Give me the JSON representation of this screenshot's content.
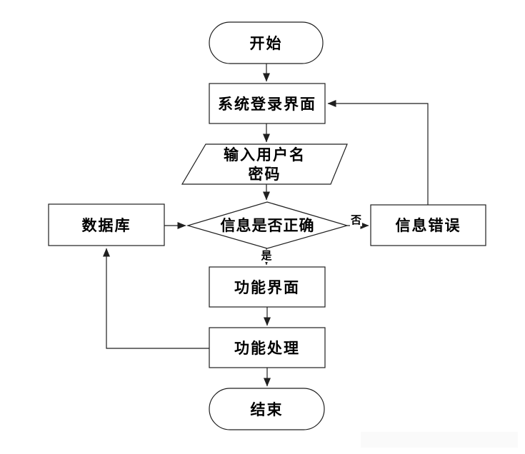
{
  "diagram": {
    "nodes": {
      "start": {
        "shape": "terminator",
        "label": "开始"
      },
      "login": {
        "shape": "process",
        "label": "系统登录界面"
      },
      "input": {
        "shape": "input-output",
        "line1": "输入用户名",
        "line2": "密码"
      },
      "decision": {
        "shape": "decision",
        "label": "信息是否正确"
      },
      "database": {
        "shape": "process",
        "label": "数据库"
      },
      "error": {
        "shape": "process",
        "label": "信息错误"
      },
      "function_ui": {
        "shape": "process",
        "label": "功能界面"
      },
      "function_process": {
        "shape": "process",
        "label": "功能处理"
      },
      "end": {
        "shape": "terminator",
        "label": "结束"
      }
    },
    "edge_labels": {
      "yes": "是",
      "no": "否"
    },
    "style": {
      "stroke_color": "#1f1f1f",
      "fill_color": "#ffffff",
      "text_color": "#000000"
    }
  }
}
